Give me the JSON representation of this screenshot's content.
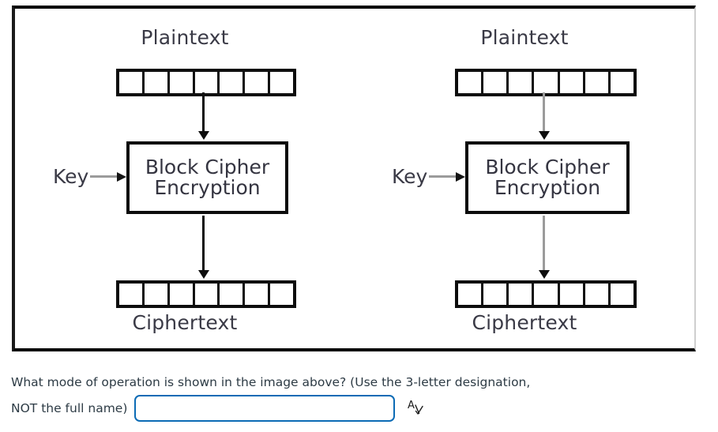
{
  "figure": {
    "alt_name": "block-cipher-ecb-mode-diagram",
    "diagrams": [
      {
        "id": "left",
        "top_label": "Plaintext",
        "bottom_label": "Ciphertext",
        "key_label": "Key",
        "cipher_line1": "Block Cipher",
        "cipher_line2": "Encryption",
        "block_cells": 7,
        "arrow_top_color": "#0d0d0d",
        "arrow_bottom_color": "#0d0d0d",
        "key_arrow_color": "#9b9b9b"
      },
      {
        "id": "right",
        "top_label": "Plaintext",
        "bottom_label": "Ciphertext",
        "key_label": "Key",
        "cipher_line1": "Block Cipher",
        "cipher_line2": "Encryption",
        "block_cells": 7,
        "arrow_top_color": "#9b9b9b",
        "arrow_bottom_color": "#9b9b9b",
        "key_arrow_color": "#9b9b9b"
      }
    ]
  },
  "question": {
    "line1": "What mode of operation is shown in the image above? (Use the 3-letter designation,",
    "line2": "NOT the full name)",
    "answer_value": "",
    "answer_placeholder": "",
    "spellcheck_icon": "spellcheck-a-check-icon"
  },
  "colors": {
    "input_border": "#0c6bb5",
    "text": "#2d3b45",
    "diagram_text": "#3a3a46",
    "stroke_dark": "#0d0d0d",
    "stroke_light": "#9b9b9b",
    "frame_border": "#000000"
  }
}
